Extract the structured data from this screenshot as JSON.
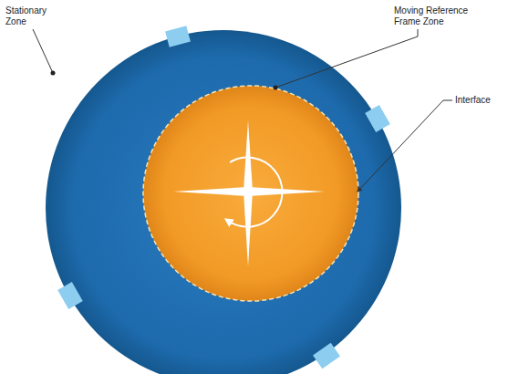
{
  "diagram": {
    "labels": [
      "Stationary Zone",
      "Moving Reference Frame Zone",
      "Interface"
    ]
  }
}
